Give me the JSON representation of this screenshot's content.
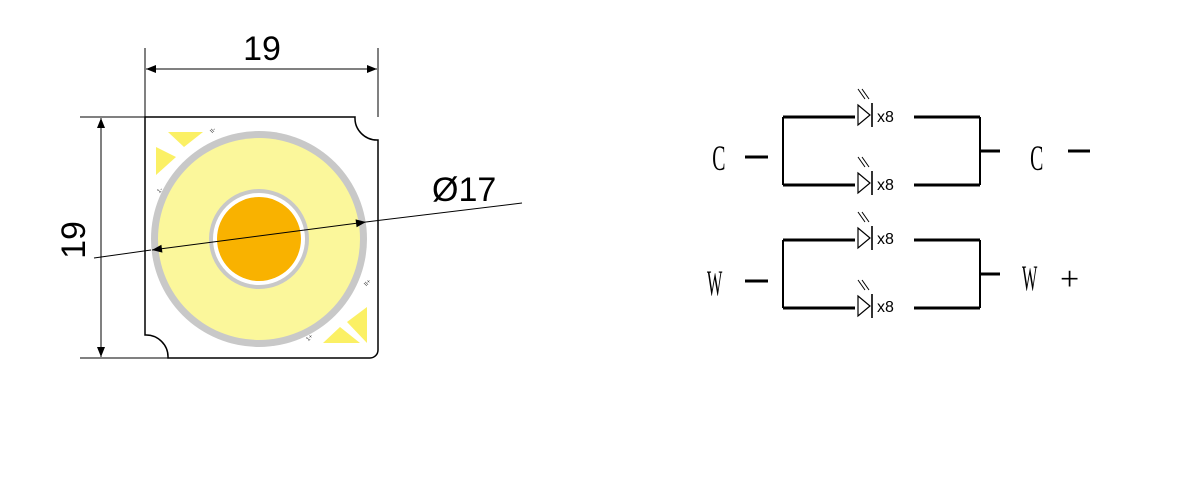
{
  "cob_drawing": {
    "width_dimension": "19",
    "height_dimension": "19",
    "diameter_dimension": "Ø17",
    "pad_marks": [
      "1-",
      "II-",
      "II+",
      "1+"
    ],
    "colors": {
      "outer_ring": "#c8c8c8",
      "cool_white_zone": "#fbf79b",
      "warm_white_zone": "#f9b200",
      "pads": "#fbf064",
      "lines": "#000000"
    }
  },
  "circuit": {
    "top_group": {
      "left_terminal": "C",
      "left_sign": "−",
      "right_terminal": "C",
      "right_sign": "−",
      "led_counts": [
        "x8",
        "x8"
      ]
    },
    "bottom_group": {
      "left_terminal": "W",
      "left_sign": "−",
      "right_terminal": "W",
      "right_sign": "+",
      "led_counts": [
        "x8",
        "x8"
      ]
    }
  }
}
